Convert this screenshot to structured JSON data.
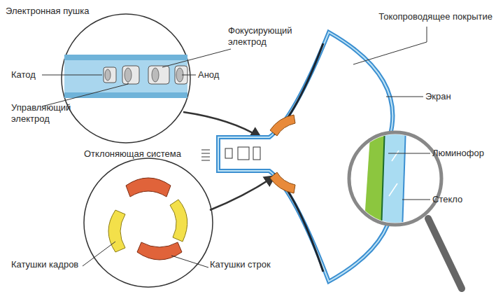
{
  "diagram": {
    "labels": [
      "Электронная пушка",
      "Фокусирующий электрод",
      "Катод",
      "Анод",
      "Управляющий электрод",
      "Токопроводящее покрытие",
      "Экран",
      "Отклоняющая система",
      "Люминофор",
      "Стекло",
      "Катушки кадров",
      "Катушки строк"
    ]
  }
}
